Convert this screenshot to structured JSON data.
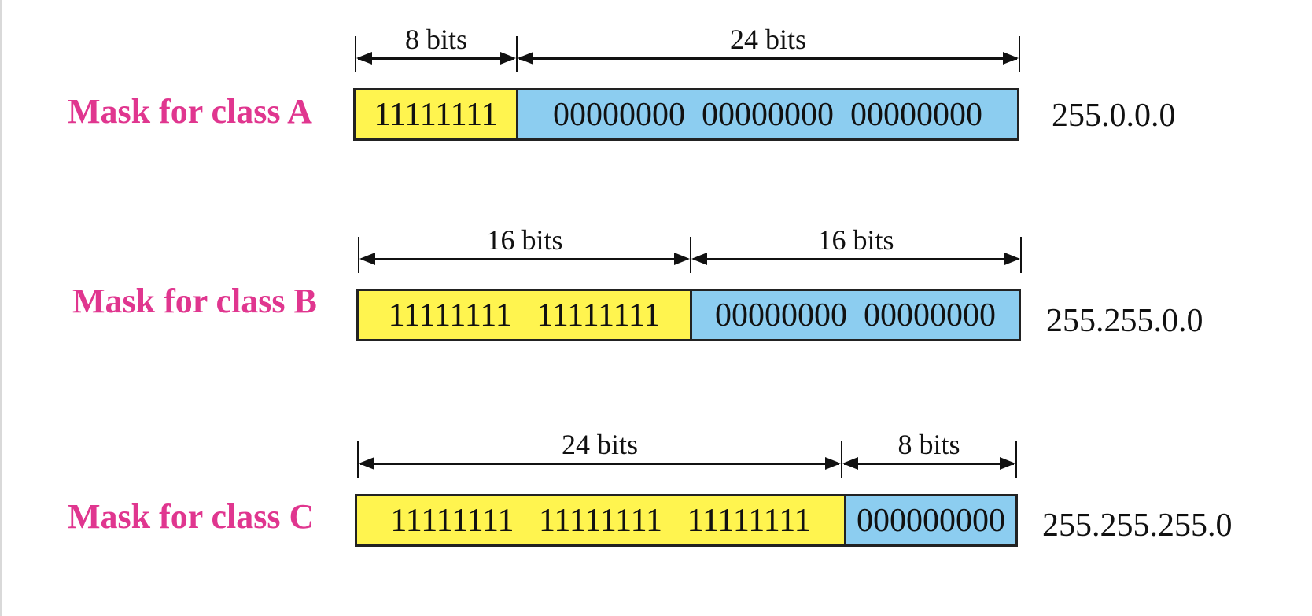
{
  "colors": {
    "label": "#e0368f",
    "ones_fill": "#fff44f",
    "zeros_fill": "#8ccdf0",
    "outline": "#222222"
  },
  "rows": [
    {
      "label": "Mask for class A",
      "dim_left": "8 bits",
      "dim_right": "24 bits",
      "ones": "11111111",
      "zeros": "00000000  00000000  00000000",
      "dotted": "255.0.0.0"
    },
    {
      "label": "Mask for class B",
      "dim_left": "16 bits",
      "dim_right": "16 bits",
      "ones": "11111111   11111111",
      "zeros": "00000000  00000000",
      "dotted": "255.255.0.0"
    },
    {
      "label": "Mask for class C",
      "dim_left": "24 bits",
      "dim_right": "8 bits",
      "ones": "11111111   11111111   11111111",
      "zeros": "000000000",
      "dotted": "255.255.255.0"
    }
  ]
}
